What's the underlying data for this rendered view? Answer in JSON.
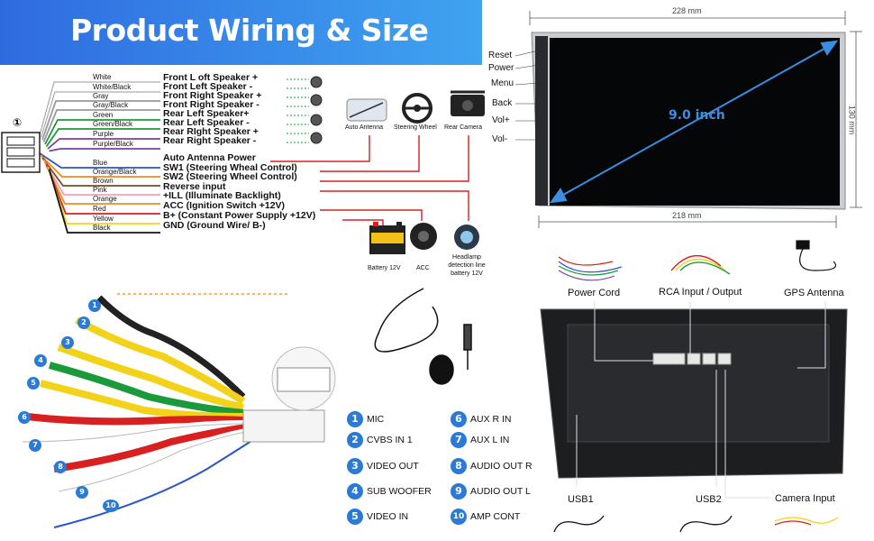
{
  "banner": {
    "title": "Product Wiring & Size"
  },
  "wiring": {
    "connector_number": "①",
    "wires": [
      {
        "name": "White",
        "color": "#ffffff"
      },
      {
        "name": "White/Black",
        "color": "#ffffff"
      },
      {
        "name": "Gray",
        "color": "#9a9a9a"
      },
      {
        "name": "Gray/Black",
        "color": "#9a9a9a"
      },
      {
        "name": "Green",
        "color": "#1a9a3a"
      },
      {
        "name": "Green/Black",
        "color": "#1a9a3a"
      },
      {
        "name": "Purple",
        "color": "#7b3fa0"
      },
      {
        "name": "Purple/Black",
        "color": "#7b3fa0"
      },
      {
        "name": "Blue",
        "color": "#2a55c8"
      },
      {
        "name": "Orange/Black",
        "color": "#f08a1e"
      },
      {
        "name": "Brown",
        "color": "#7a4a22"
      },
      {
        "name": "Pink",
        "color": "#f2a0b8"
      },
      {
        "name": "Orange",
        "color": "#f08a1e"
      },
      {
        "name": "Red",
        "color": "#d92020"
      },
      {
        "name": "Yellow",
        "color": "#f2d21a"
      },
      {
        "name": "Black",
        "color": "#111111"
      }
    ],
    "functions": [
      "Front L oft Speaker +",
      "Front Left Speaker -",
      "Front Right Speaker +",
      "Front Right Speaker -",
      "Rear Left Speaker+",
      "Rear Left Speaker -",
      "Rear RIght Speaker +",
      "Rear Right Speaker -",
      "Auto Antenna Power",
      "SW1 (Steering Wheal Control)",
      "SW2 (Steering Wheel Control)",
      "Reverse input",
      "+ILL (Illuminate Backlight)",
      "ACC (Ignition Switch +12V)",
      "B+ (Constant Power Supply +12V)",
      "GND (Ground Wire/ B-)"
    ],
    "devices": {
      "auto_antenna": "Auto Antenna",
      "steering_wheel": "Steering Wheel",
      "rear_camera": "Rear Camera",
      "battery": "Battery 12V",
      "acc": "ACC",
      "headlamp_line1": "Headlamp",
      "headlamp_line2": "detection line",
      "headlamp_line3": "battery 12V"
    }
  },
  "screen": {
    "top_width": "228 mm",
    "bottom_width": "218 mm",
    "height": "130 mm",
    "diagonal": "9.0 inch",
    "side_buttons": [
      "Reset",
      "Power",
      "Menu",
      "Back",
      "Vol+",
      "Vol-"
    ]
  },
  "rear_panel": {
    "power_cord": "Power Cord",
    "rca": "RCA Input / Output",
    "gps": "GPS Antenna",
    "usb1": "USB1",
    "usb2": "USB2",
    "camera_input": "Camera Input"
  },
  "rca_legend": [
    {
      "num": "1",
      "label": "MIC"
    },
    {
      "num": "2",
      "label": "CVBS IN 1"
    },
    {
      "num": "3",
      "label": "VIDEO OUT"
    },
    {
      "num": "4",
      "label": "SUB WOOFER"
    },
    {
      "num": "5",
      "label": "VIDEO IN"
    },
    {
      "num": "6",
      "label": "AUX R IN"
    },
    {
      "num": "7",
      "label": "AUX L IN"
    },
    {
      "num": "8",
      "label": "AUDIO OUT R"
    },
    {
      "num": "9",
      "label": "AUDIO OUT L"
    },
    {
      "num": "10",
      "label": "AMP CONT"
    }
  ],
  "colors": {
    "banner": "#2f6be0",
    "badge": "#2b7bd6",
    "wire_red": "#d92020"
  }
}
